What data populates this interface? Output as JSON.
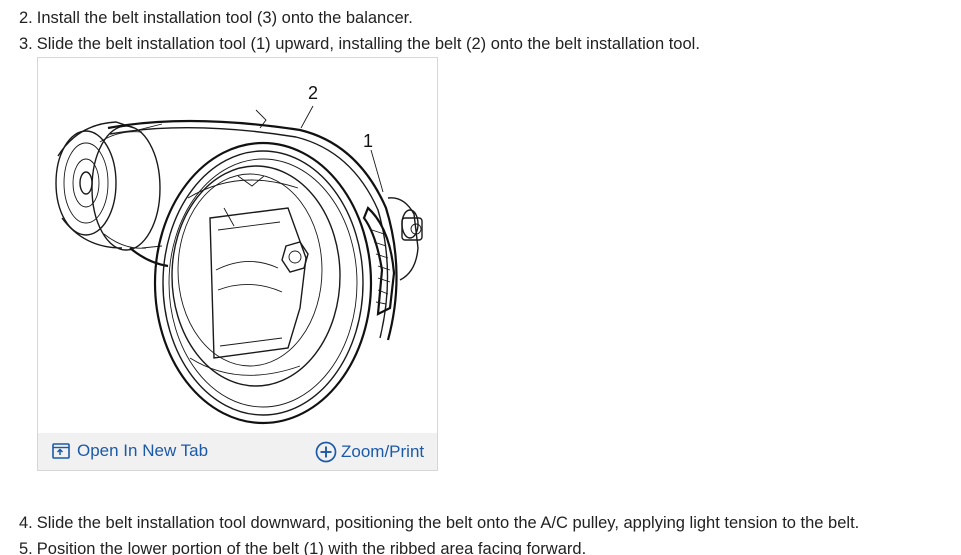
{
  "instructions": {
    "step_2": {
      "num": "2.",
      "text": "Install the belt installation tool (3) onto the balancer."
    },
    "step_3": {
      "num": "3.",
      "text": "Slide the belt installation tool (1) upward, installing the belt (2) onto the belt installation tool."
    },
    "step_4": {
      "num": "4.",
      "text": "Slide the belt installation tool downward, positioning the belt onto the A/C pulley, applying light tension to the belt."
    },
    "step_5": {
      "num": "5.",
      "text": "Position the lower portion of the belt (1) with the ribbed area facing forward."
    }
  },
  "figure": {
    "callouts": {
      "belt": "2",
      "tool": "1"
    },
    "toolbar": {
      "open_new_tab_label": "Open In New Tab",
      "zoom_print_label": "Zoom/Print"
    }
  },
  "colors": {
    "link": "#1b5aa8",
    "toolbar_bg": "#f1f1f1",
    "text": "#222222"
  },
  "icons": {
    "open_new_tab": "open-new-tab-icon",
    "zoom": "plus-circle-icon"
  }
}
